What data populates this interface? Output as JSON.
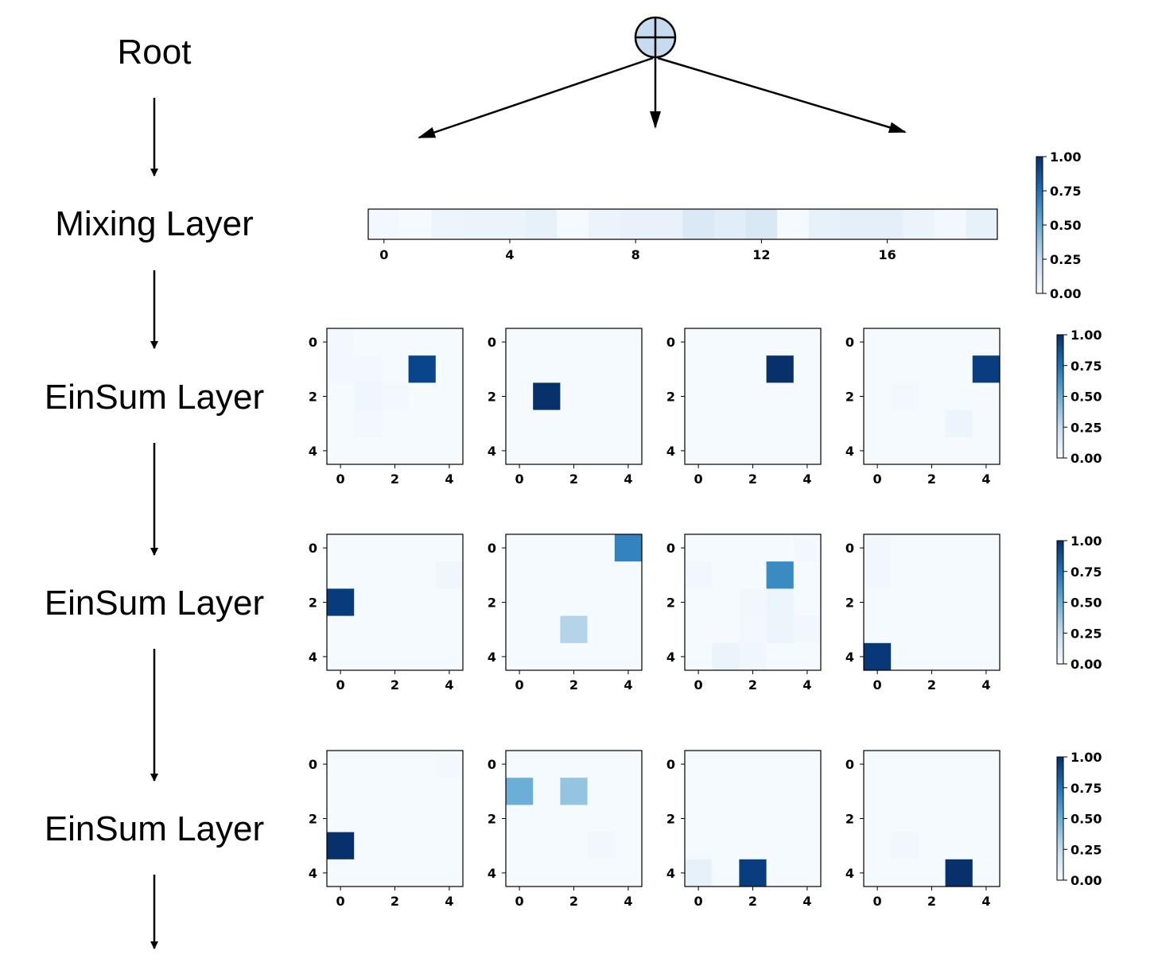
{
  "labels": {
    "root": "Root",
    "mixing": "Mixing Layer",
    "einsum1": "EinSum Layer",
    "einsum2": "EinSum Layer",
    "einsum3": "EinSum Layer"
  },
  "colorbar_ticks": [
    "0.00",
    "0.25",
    "0.50",
    "0.75",
    "1.00"
  ],
  "mixing_ticks": [
    "0",
    "4",
    "8",
    "12",
    "16"
  ],
  "grid_ticks": [
    "0",
    "2",
    "4"
  ],
  "colors": {
    "low": "#f7fbff",
    "high": "#08306b",
    "node_fill": "#c6dbef"
  },
  "chart_data": [
    {
      "type": "heatmap",
      "id": "mixing",
      "values": [
        [
          0.02,
          0.01,
          0.05,
          0.06,
          0.06,
          0.08,
          0.01,
          0.06,
          0.07,
          0.07,
          0.14,
          0.11,
          0.15,
          0.01,
          0.08,
          0.09,
          0.09,
          0.06,
          0.02,
          0.08
        ]
      ],
      "zlim": [
        0,
        1
      ]
    },
    {
      "type": "heatmap",
      "id": "einsum1",
      "panels": [
        [
          [
            0.02,
            0.01,
            0.01,
            0.01,
            0.01
          ],
          [
            0.02,
            0.02,
            0.01,
            0.92,
            0.01
          ],
          [
            0.01,
            0.04,
            0.02,
            0.01,
            0.01
          ],
          [
            0.01,
            0.02,
            0.01,
            0.01,
            0.01
          ],
          [
            0.01,
            0.01,
            0.01,
            0.01,
            0.01
          ]
        ],
        [
          [
            0.01,
            0.01,
            0.01,
            0.01,
            0.01
          ],
          [
            0.01,
            0.01,
            0.01,
            0.01,
            0.01
          ],
          [
            0.01,
            1.0,
            0.01,
            0.01,
            0.01
          ],
          [
            0.01,
            0.01,
            0.01,
            0.01,
            0.01
          ],
          [
            0.01,
            0.01,
            0.01,
            0.01,
            0.01
          ]
        ],
        [
          [
            0.01,
            0.01,
            0.01,
            0.01,
            0.01
          ],
          [
            0.01,
            0.01,
            0.01,
            1.0,
            0.01
          ],
          [
            0.01,
            0.01,
            0.01,
            0.01,
            0.01
          ],
          [
            0.01,
            0.01,
            0.01,
            0.01,
            0.01
          ],
          [
            0.01,
            0.01,
            0.01,
            0.01,
            0.01
          ]
        ],
        [
          [
            0.01,
            0.01,
            0.01,
            0.01,
            0.01
          ],
          [
            0.01,
            0.01,
            0.01,
            0.01,
            0.95
          ],
          [
            0.01,
            0.02,
            0.01,
            0.01,
            0.01
          ],
          [
            0.01,
            0.01,
            0.01,
            0.05,
            0.01
          ],
          [
            0.01,
            0.01,
            0.01,
            0.01,
            0.01
          ]
        ]
      ],
      "zlim": [
        0,
        1
      ]
    },
    {
      "type": "heatmap",
      "id": "einsum2",
      "panels": [
        [
          [
            0.01,
            0.01,
            0.01,
            0.01,
            0.01
          ],
          [
            0.01,
            0.01,
            0.01,
            0.01,
            0.04
          ],
          [
            0.96,
            0.01,
            0.01,
            0.01,
            0.01
          ],
          [
            0.01,
            0.01,
            0.01,
            0.01,
            0.01
          ],
          [
            0.01,
            0.01,
            0.01,
            0.01,
            0.01
          ]
        ],
        [
          [
            0.01,
            0.01,
            0.01,
            0.01,
            0.68
          ],
          [
            0.01,
            0.01,
            0.01,
            0.01,
            0.01
          ],
          [
            0.01,
            0.01,
            0.01,
            0.01,
            0.01
          ],
          [
            0.01,
            0.01,
            0.3,
            0.01,
            0.01
          ],
          [
            0.01,
            0.01,
            0.01,
            0.01,
            0.01
          ]
        ],
        [
          [
            0.01,
            0.01,
            0.01,
            0.01,
            0.02
          ],
          [
            0.03,
            0.01,
            0.01,
            0.65,
            0.01
          ],
          [
            0.01,
            0.01,
            0.03,
            0.05,
            0.01
          ],
          [
            0.01,
            0.01,
            0.02,
            0.05,
            0.03
          ],
          [
            0.01,
            0.06,
            0.04,
            0.01,
            0.01
          ]
        ],
        [
          [
            0.03,
            0.01,
            0.01,
            0.01,
            0.01
          ],
          [
            0.03,
            0.01,
            0.01,
            0.01,
            0.01
          ],
          [
            0.01,
            0.01,
            0.01,
            0.01,
            0.01
          ],
          [
            0.01,
            0.01,
            0.01,
            0.01,
            0.01
          ],
          [
            0.97,
            0.01,
            0.01,
            0.01,
            0.01
          ]
        ]
      ],
      "zlim": [
        0,
        1
      ]
    },
    {
      "type": "heatmap",
      "id": "einsum3",
      "panels": [
        [
          [
            0.01,
            0.01,
            0.01,
            0.01,
            0.02
          ],
          [
            0.01,
            0.01,
            0.01,
            0.01,
            0.01
          ],
          [
            0.01,
            0.01,
            0.01,
            0.01,
            0.01
          ],
          [
            1.0,
            0.01,
            0.01,
            0.01,
            0.01
          ],
          [
            0.01,
            0.01,
            0.01,
            0.01,
            0.01
          ]
        ],
        [
          [
            0.01,
            0.01,
            0.01,
            0.01,
            0.01
          ],
          [
            0.5,
            0.01,
            0.4,
            0.01,
            0.01
          ],
          [
            0.01,
            0.01,
            0.01,
            0.01,
            0.01
          ],
          [
            0.01,
            0.01,
            0.01,
            0.03,
            0.01
          ],
          [
            0.01,
            0.01,
            0.01,
            0.01,
            0.01
          ]
        ],
        [
          [
            0.01,
            0.01,
            0.01,
            0.01,
            0.01
          ],
          [
            0.01,
            0.01,
            0.01,
            0.01,
            0.01
          ],
          [
            0.01,
            0.01,
            0.01,
            0.01,
            0.01
          ],
          [
            0.01,
            0.01,
            0.01,
            0.01,
            0.01
          ],
          [
            0.08,
            0.01,
            0.95,
            0.01,
            0.01
          ]
        ],
        [
          [
            0.01,
            0.01,
            0.01,
            0.01,
            0.01
          ],
          [
            0.01,
            0.01,
            0.01,
            0.01,
            0.01
          ],
          [
            0.01,
            0.01,
            0.01,
            0.01,
            0.01
          ],
          [
            0.01,
            0.03,
            0.01,
            0.01,
            0.01
          ],
          [
            0.01,
            0.01,
            0.01,
            1.0,
            0.01
          ]
        ]
      ],
      "zlim": [
        0,
        1
      ]
    }
  ]
}
